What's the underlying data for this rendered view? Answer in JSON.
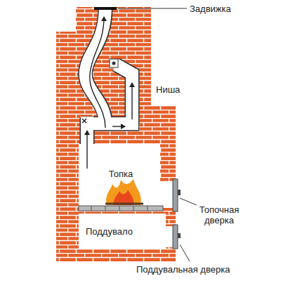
{
  "diagram": {
    "labels": [
      "Задвижка",
      "Ниша",
      "Топка",
      "Топочная дверка",
      "Поддувало",
      "Поддувальная дверка"
    ]
  }
}
